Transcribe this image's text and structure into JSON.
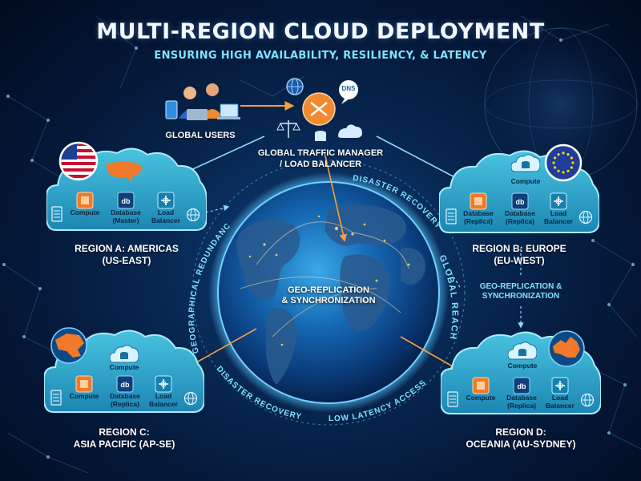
{
  "title": "MULTI-REGION CLOUD DEPLOYMENT",
  "subtitle": "ENSURING HIGH AVAILABILITY, RESILIENCY, & LATENCY",
  "global_users_label": "GLOBAL USERS",
  "dns_label": "DNS",
  "traffic_manager_label_line1": "GLOBAL TRAFFIC MANAGER",
  "traffic_manager_label_line2": "/ LOAD BALANCER",
  "center_label_line1": "GEO-REPLICATION",
  "center_label_line2": "& SYNCHRONIZATION",
  "right_sync_line1": "GEO-REPLICATION &",
  "right_sync_line2": "SYNCHRONIZATION",
  "ring_labels": {
    "disaster_recovery_top": "DISASTER RECOVERY",
    "geographical_redundancy": "GEOGRAPHICAL REDUNDANCY",
    "global_reach": "GLOBAL REACH",
    "disaster_recovery_bottom": "DISASTER RECOVERY",
    "low_latency_access": "LOW LATENCY ACCESS"
  },
  "regions": {
    "a": {
      "name_line1": "REGION A: AMERICAS",
      "name_line2": "(US-EAST)",
      "services": [
        {
          "line1": "Compute",
          "line2": ""
        },
        {
          "line1": "Database",
          "line2": "(Master)"
        },
        {
          "line1": "Load",
          "line2": "Balancer"
        }
      ]
    },
    "b": {
      "name_line1": "REGION B: EUROPE",
      "name_line2": "(EU-WEST)",
      "top_label": "Compute",
      "services": [
        {
          "line1": "Database",
          "line2": "(Replica)"
        },
        {
          "line1": "Database",
          "line2": "(Replica)"
        },
        {
          "line1": "Load",
          "line2": "Balancer"
        }
      ]
    },
    "c": {
      "name_line1": "REGION C:",
      "name_line2": "ASIA PACIFIC (AP-SE)",
      "top_label": "Compute",
      "services": [
        {
          "line1": "Compute",
          "line2": ""
        },
        {
          "line1": "Database",
          "line2": "(Replica)"
        },
        {
          "line1": "Load",
          "line2": "Balancer"
        }
      ]
    },
    "d": {
      "name_line1": "REGION D:",
      "name_line2": "OCEANIA (AU-SYDNEY)",
      "top_label": "Compute",
      "services": [
        {
          "line1": "Compute",
          "line2": ""
        },
        {
          "line1": "Database",
          "line2": "(Replica)"
        },
        {
          "line1": "Load",
          "line2": "Balancer"
        }
      ]
    }
  },
  "db_icon_text": "db",
  "colors": {
    "accent_cyan": "#7fe3ff",
    "cloud_fill": "#2aa6c9",
    "compute_orange": "#f07a2a",
    "lb_orange": "#f28b30",
    "arrow_orange": "#ff9d3c"
  }
}
